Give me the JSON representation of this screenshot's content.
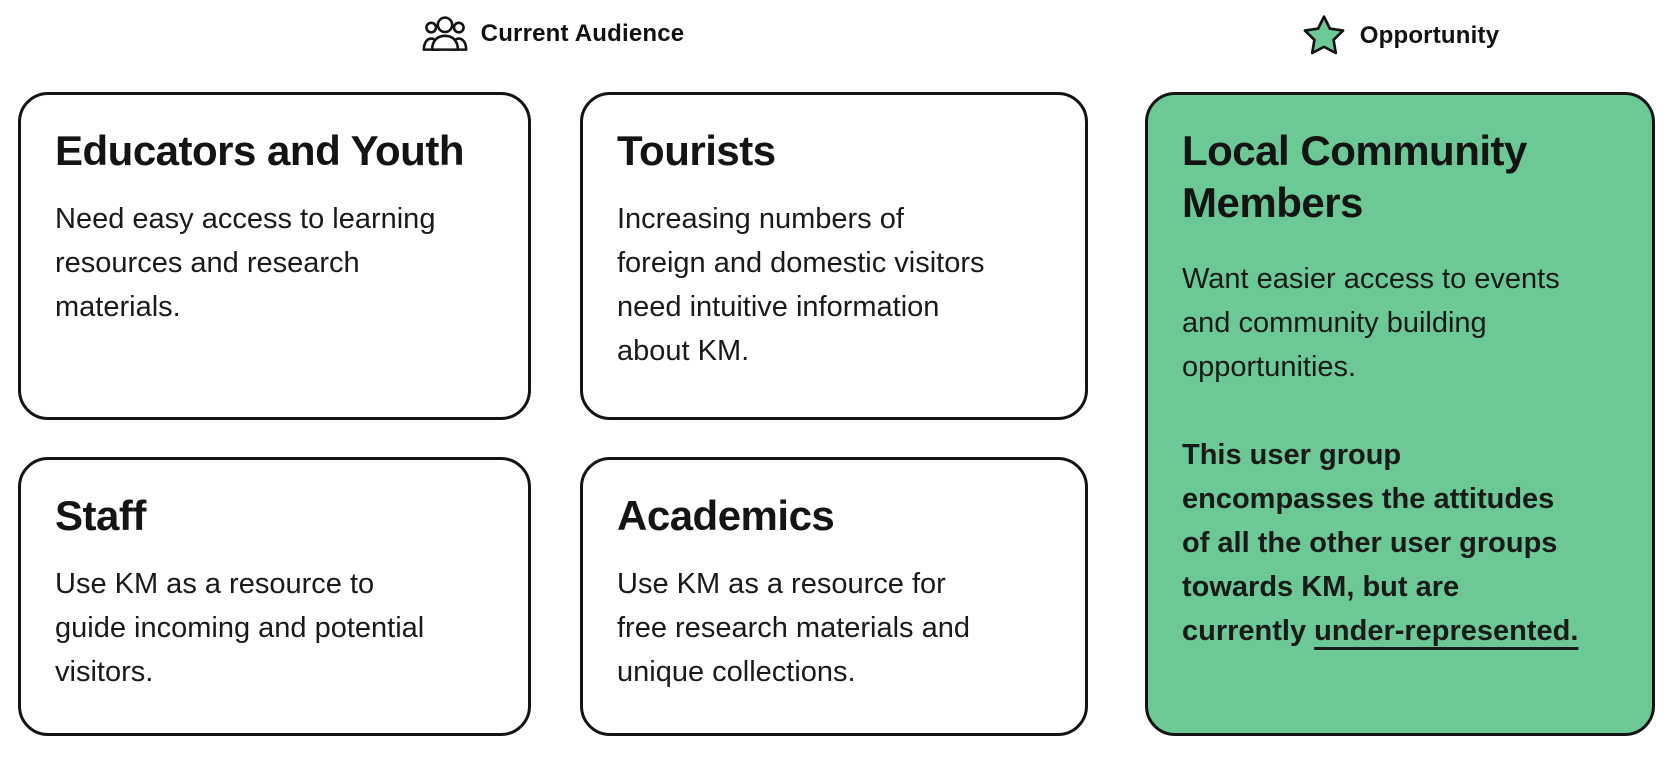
{
  "legend": {
    "current_audience": {
      "label": "Current Audience",
      "icon": "people-group-icon"
    },
    "opportunity": {
      "label": "Opportunity",
      "icon": "star-icon"
    }
  },
  "cards": {
    "educators": {
      "title": "Educators and Youth",
      "body": "Need easy access to learning resources and research materials."
    },
    "tourists": {
      "title": "Tourists",
      "body": "Increasing numbers of foreign and domestic visitors need intuitive information about KM."
    },
    "staff": {
      "title": "Staff",
      "body": "Use KM as a resource to guide incoming and potential visitors."
    },
    "academics": {
      "title": "Academics",
      "body": "Use KM as a resource for free research materials and unique collections."
    },
    "local_community": {
      "title": "Local Community Members",
      "body": "Want easier access to events and community building opportunities.",
      "emphasis_prefix": "This user group encompasses the attitudes of all the other user groups towards KM, but are currently ",
      "emphasis_underlined": "under-represented."
    }
  },
  "colors": {
    "highlight_green": "#6CC894",
    "outline": "#141414",
    "text": "#1a1a1a",
    "card_background": "#ffffff"
  }
}
